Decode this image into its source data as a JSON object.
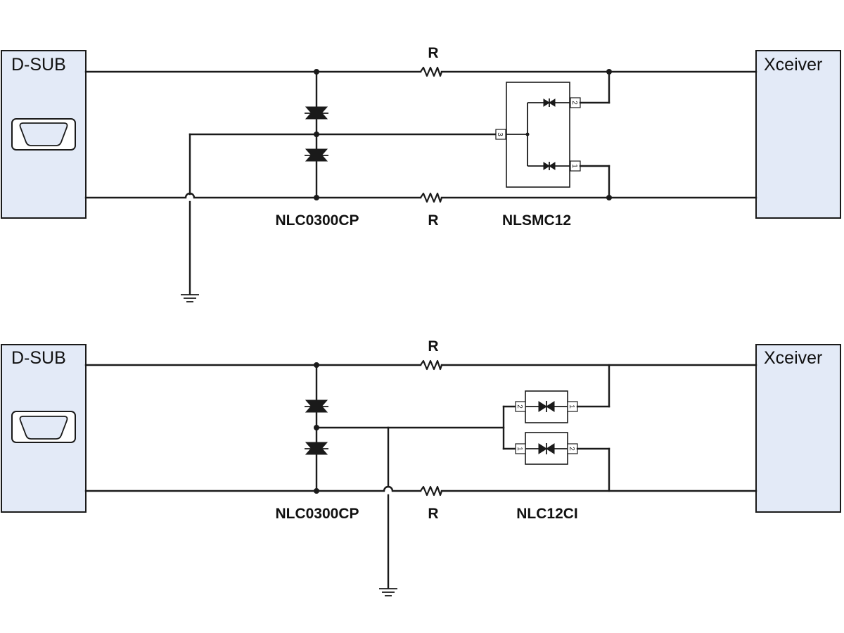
{
  "blocks": {
    "connector_label": "D-SUB",
    "transceiver_label": "Xceiver"
  },
  "circuit_top": {
    "resistor_top_label": "R",
    "resistor_bottom_label": "R",
    "tvs_label": "NLC0300CP",
    "protector_label": "NLSMC12",
    "pins": [
      "3",
      "2",
      "1"
    ]
  },
  "circuit_bottom": {
    "resistor_top_label": "R",
    "resistor_bottom_label": "R",
    "tvs_label": "NLC0300CP",
    "protector_label": "NLC12CI",
    "pins_upper": [
      "2",
      "1"
    ],
    "pins_lower": [
      "1",
      "2"
    ]
  },
  "colors": {
    "block_fill": "#e3eaf7",
    "line": "#1a1a1a"
  }
}
